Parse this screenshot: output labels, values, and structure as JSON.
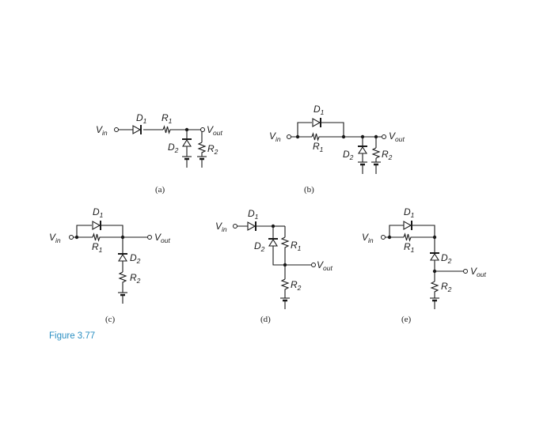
{
  "figure": {
    "label": "Figure 3.77",
    "accent_color": "#2b8fc2"
  },
  "labels": {
    "vin_main": "V",
    "vin_sub": "in",
    "vout_main": "V",
    "vout_sub": "out",
    "d1_main": "D",
    "d1_sub": "1",
    "d2_main": "D",
    "d2_sub": "2",
    "r1_main": "R",
    "r1_sub": "1",
    "r2_main": "R",
    "r2_sub": "2"
  },
  "captions": {
    "a": "(a)",
    "b": "(b)",
    "c": "(c)",
    "d": "(d)",
    "e": "(e)"
  }
}
